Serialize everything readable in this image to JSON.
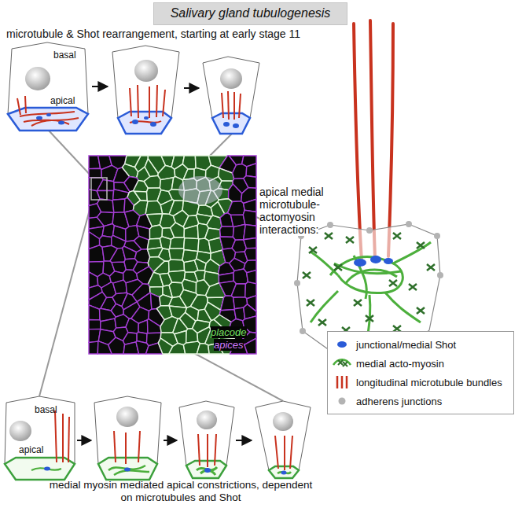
{
  "diagram": {
    "title": "Salivary gland tubulogenesis",
    "labels": [
      "microtubule & Shot rearrangement, starting at early stage 11",
      "basal",
      "apical",
      "apical medial microtubule-actomyosin interactions:",
      "placode",
      "apices",
      "basal",
      "apical",
      "medial myosin mediated apical constrictions, dependent on microtubules and Shot"
    ],
    "legend": [
      {
        "text": "junctional/medial Shot",
        "color": "#2a5bd7"
      },
      {
        "text": "medial acto-myosin"
      },
      {
        "text": "longitudinal microtubule bundles"
      },
      {
        "text": "adherens junctions",
        "color": "#b3b3b3"
      }
    ]
  }
}
